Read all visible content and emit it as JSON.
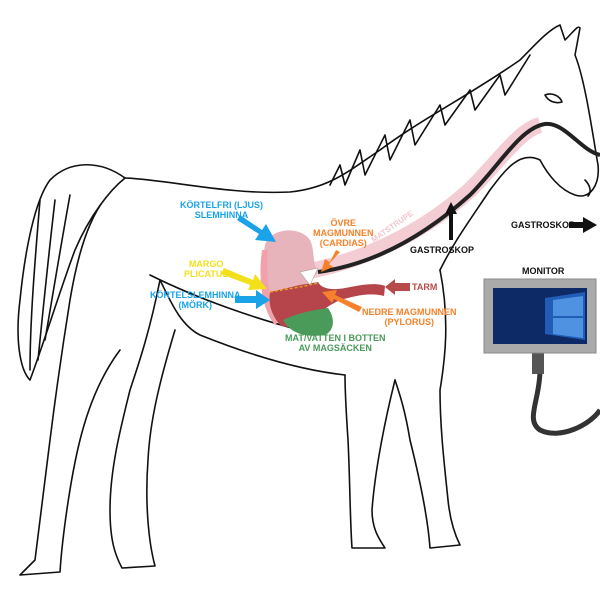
{
  "labels": {
    "kortelfri": [
      "KÖRTELFRI (LJUS)",
      "SLEMHINNA"
    ],
    "margo": [
      "MARGO",
      "PLICATUS"
    ],
    "kortelslemhinna": [
      "KÖRTELSLEMHINNA",
      "(MÖRK)"
    ],
    "ovre": [
      "ÖVRE",
      "MAGMUNNEN",
      "(CARDIAS)"
    ],
    "matstrupe": "MATSTRUPE",
    "gastroskop_tube": "GASTROSKOP",
    "gastroskop_arrow": "GASTROSKOP",
    "tarm": "TARM",
    "nedre": [
      "NEDRE MAGMUNNEN",
      "(PYLORUS)"
    ],
    "mat": [
      "MAT/VATTEN I BOTTEN",
      "AV MAGSÄCKEN"
    ],
    "monitor": "MONITOR"
  },
  "colors": {
    "blue": "#1aa3e8",
    "orange": "#f7812a",
    "yellow": "#f2e01b",
    "red": "#b84a4a",
    "green": "#4a9a5a",
    "stomach_light": "#e8b4bc",
    "stomach_dark": "#b5454a",
    "esophagus": "#f4cdd4"
  }
}
